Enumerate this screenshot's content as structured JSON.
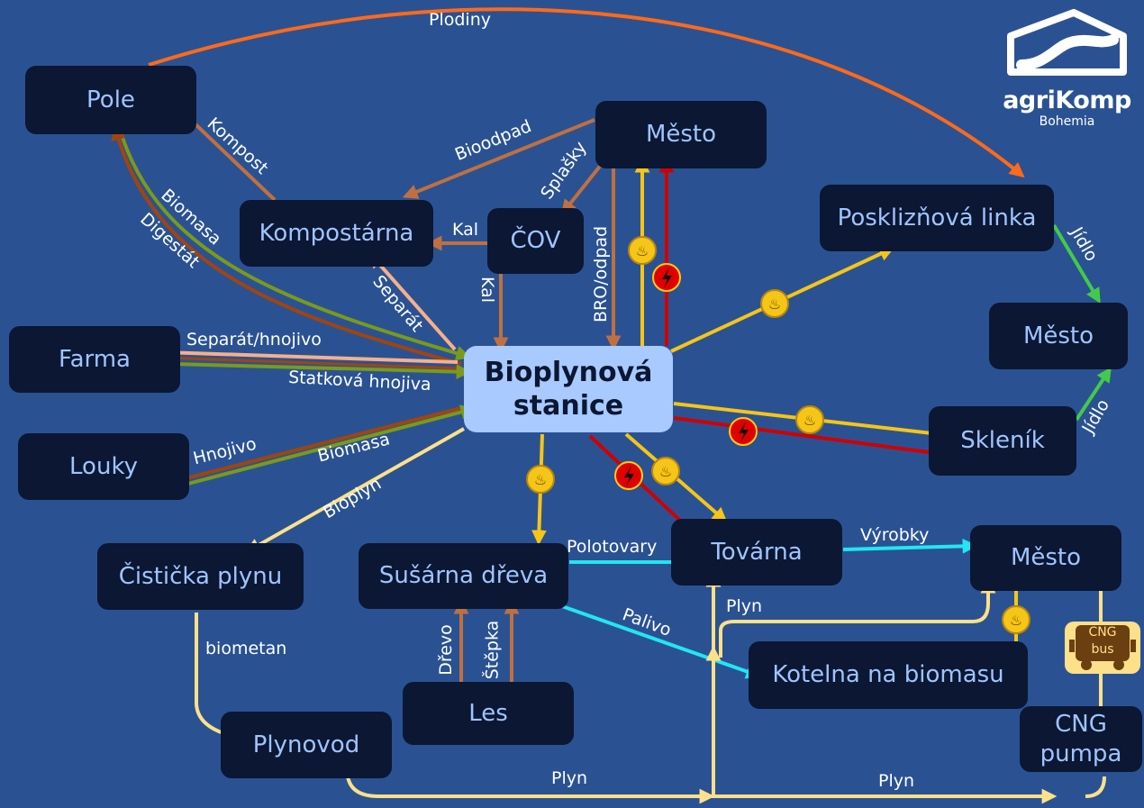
{
  "logo": {
    "brand": "agriKomp",
    "sub": "Bohemia"
  },
  "nodes": {
    "pole": "Pole",
    "mesto_top": "Město",
    "cov": "ČOV",
    "kompostarna": "Kompostárna",
    "posklizni": "Posklizňová linka",
    "mesto_right": "Město",
    "farma": "Farma",
    "hub_line1": "Bioplynová",
    "hub_line2": "stanice",
    "louky": "Louky",
    "sklenik": "Skleník",
    "cisticka": "Čistička plynu",
    "susarna": "Sušárna dřeva",
    "tovarna": "Továrna",
    "mesto_bottom": "Město",
    "kotelna": "Kotelna na biomasu",
    "les": "Les",
    "plynovod": "Plynovod",
    "cng_line1": "CNG",
    "cng_line2": "pumpa"
  },
  "bus": {
    "line1": "CNG",
    "line2": "bus"
  },
  "edges": {
    "plodiny": "Plodiny",
    "kompost": "Kompost",
    "bioodpad": "Bioodpad",
    "splasky": "Splašky",
    "kal_cov_komp": "Kal",
    "kal_cov_hub": "Kal",
    "bro": "BRO/odpad",
    "separat": "Separát",
    "biomasa_pole": "Biomasa",
    "digestat": "Digestát",
    "separat_hnojivo": "Separát/hnojivo",
    "statkova": "Statková hnojiva",
    "hnojivo": "Hnojivo",
    "biomasa_louky": "Biomasa",
    "bioplyn": "Bioplyn",
    "jidlo_1": "Jídlo",
    "jidlo_2": "Jídlo",
    "polotovary": "Polotovary",
    "vyrobky": "Výrobky",
    "palivo": "Palivo",
    "plyn_tovarna": "Plyn",
    "drevo": "Dřevo",
    "stepka": "Štěpka",
    "biometan": "biometan",
    "plyn_bottom_1": "Plyn",
    "plyn_bottom_2": "Plyn"
  },
  "colors": {
    "background": "#2a5293",
    "node": "#0b1733",
    "node_text": "#9fc4ff",
    "hub": "#a8caff",
    "heat": "#f5c518",
    "power": "#d00000",
    "organic": "#c07040",
    "light_orange": "#f6b08a",
    "green": "#7a9a1a",
    "gas": "#ffe08a",
    "product": "#22e6f0",
    "food": "#44c94a",
    "crops": "#ff6a1a"
  }
}
